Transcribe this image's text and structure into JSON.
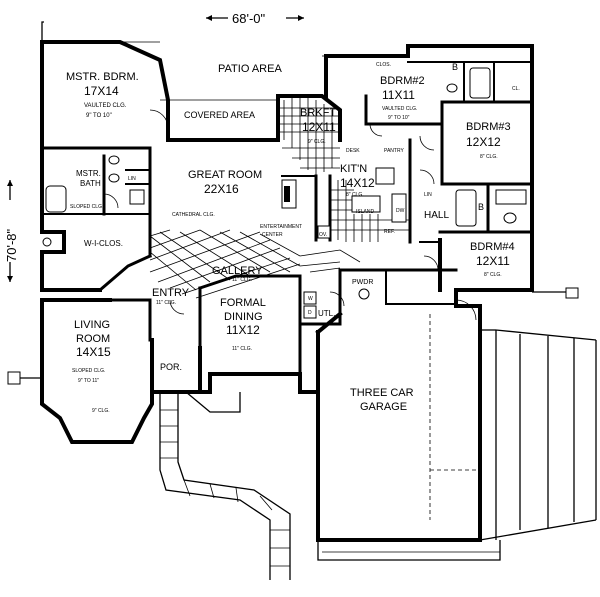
{
  "overall": {
    "width": "68'-0\"",
    "depth": "70'-8\""
  },
  "rooms": {
    "master_bedroom": {
      "name": "MSTR. BDRM.",
      "size": "17X14",
      "ceiling": "VAULTED CLG.",
      "ceiling_range": "9\" TO 10\""
    },
    "patio": {
      "name": "PATIO AREA"
    },
    "covered": {
      "name": "COVERED AREA"
    },
    "brkft": {
      "name": "BRKFT",
      "size": "12X11",
      "ceiling": "9\" CLG."
    },
    "bdrm2": {
      "name": "BDRM#2",
      "size": "11X11",
      "ceiling": "VAULTED CLG.",
      "ceiling_range": "9\" TO 10\""
    },
    "bdrm3": {
      "name": "BDRM#3",
      "size": "12X12",
      "ceiling": "8\" CLG."
    },
    "bdrm4": {
      "name": "BDRM#4",
      "size": "12X11",
      "ceiling": "8\" CLG."
    },
    "great_room": {
      "name": "GREAT ROOM",
      "size": "22X16",
      "ceiling": "CATHEDRAL CLG."
    },
    "kitchen": {
      "name": "KIT'N",
      "size": "14X12",
      "ceiling": "8\" CLG."
    },
    "mstr_bath": {
      "name": "MSTR.",
      "name2": "BATH",
      "ceiling": "SLOPED CLG."
    },
    "wi_clos": {
      "name": "W-I-CLOS."
    },
    "gallery": {
      "name": "GALLERY",
      "ceiling": "11\" CLG."
    },
    "entry": {
      "name": "ENTRY",
      "ceiling": "11\" CLG."
    },
    "formal_dining": {
      "name": "FORMAL",
      "name2": "DINING",
      "size": "11X12",
      "ceiling": "11\" CLG."
    },
    "living_room": {
      "name": "LIVING",
      "name2": "ROOM",
      "size": "14X15",
      "ceiling": "SLOPED CLG.",
      "ceiling_range": "9\" TO 11\""
    },
    "bay_ceiling": "9\" CLG.",
    "porch": {
      "name": "POR."
    },
    "garage": {
      "name": "THREE CAR",
      "name2": "GARAGE"
    },
    "hall": {
      "name": "HALL"
    },
    "utl": {
      "name": "UTL."
    },
    "pwdr": {
      "name": "PWDR"
    }
  },
  "fixtures": {
    "clos": "CLOS.",
    "cl": "CL.",
    "lin": "LIN",
    "lin2": "LIN",
    "pantry": "PANTRY",
    "desk": "DESK",
    "island": "ISLAND",
    "ref": "REF.",
    "ov": "OV.",
    "dw": "DW",
    "entertainment": "ENTERTAINMENT",
    "center": "CENTER",
    "b1": "B",
    "b2": "B",
    "w": "W",
    "d": "D"
  }
}
